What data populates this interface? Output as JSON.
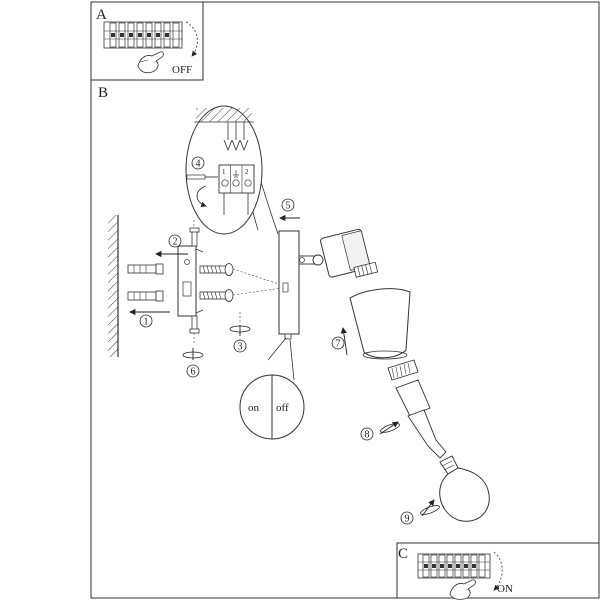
{
  "panels": {
    "a": {
      "label": "A",
      "switch_text": "OFF"
    },
    "b": {
      "label": "B"
    },
    "c": {
      "label": "C",
      "switch_text": "ON"
    }
  },
  "steps": [
    "1",
    "2",
    "3",
    "4",
    "5",
    "6",
    "7",
    "8",
    "9"
  ],
  "terminal_marks": [
    "1",
    "2"
  ],
  "switch_labels": {
    "on": "on",
    "off": "off"
  }
}
